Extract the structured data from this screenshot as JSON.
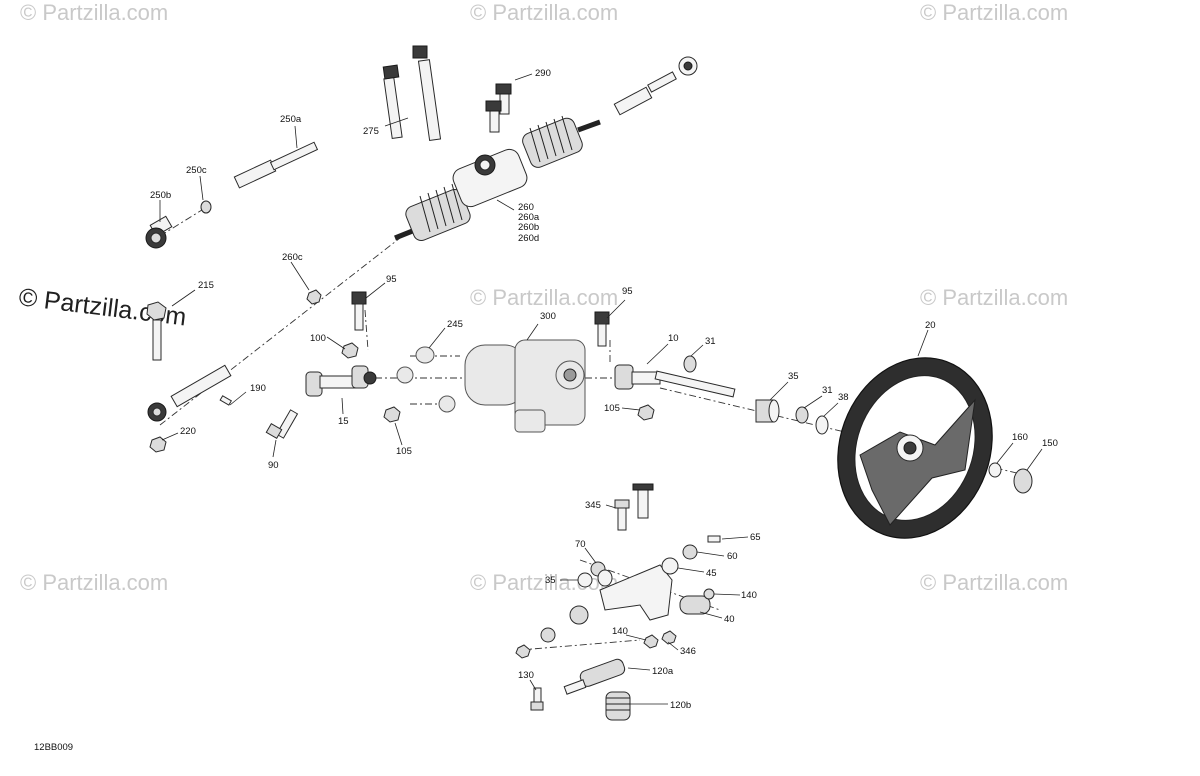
{
  "watermark": "© Partzilla.com",
  "watermark_main": "© Partzilla.com",
  "diagram_code": "12BB009",
  "labels": {
    "l290": "290",
    "l275": "275",
    "l250a": "250a",
    "l250c": "250c",
    "l250b": "250b",
    "l260": "260",
    "l260a": "260a",
    "l260b": "260b",
    "l260d": "260d",
    "l260c": "260c",
    "l215": "215",
    "l95a": "95",
    "l95b": "95",
    "l245": "245",
    "l300": "300",
    "l100": "100",
    "l10": "10",
    "l31a": "31",
    "l190": "190",
    "l15": "15",
    "l105a": "105",
    "l105b": "105",
    "l220": "220",
    "l90": "90",
    "l35a": "35",
    "l31b": "31",
    "l38": "38",
    "l20": "20",
    "l160": "160",
    "l150": "150",
    "l345": "345",
    "l65": "65",
    "l70": "70",
    "l60": "60",
    "l35b": "35",
    "l45": "45",
    "l140a": "140",
    "l40": "40",
    "l140b": "140",
    "l346": "346",
    "l120a": "120a",
    "l130": "130",
    "l120b": "120b"
  }
}
